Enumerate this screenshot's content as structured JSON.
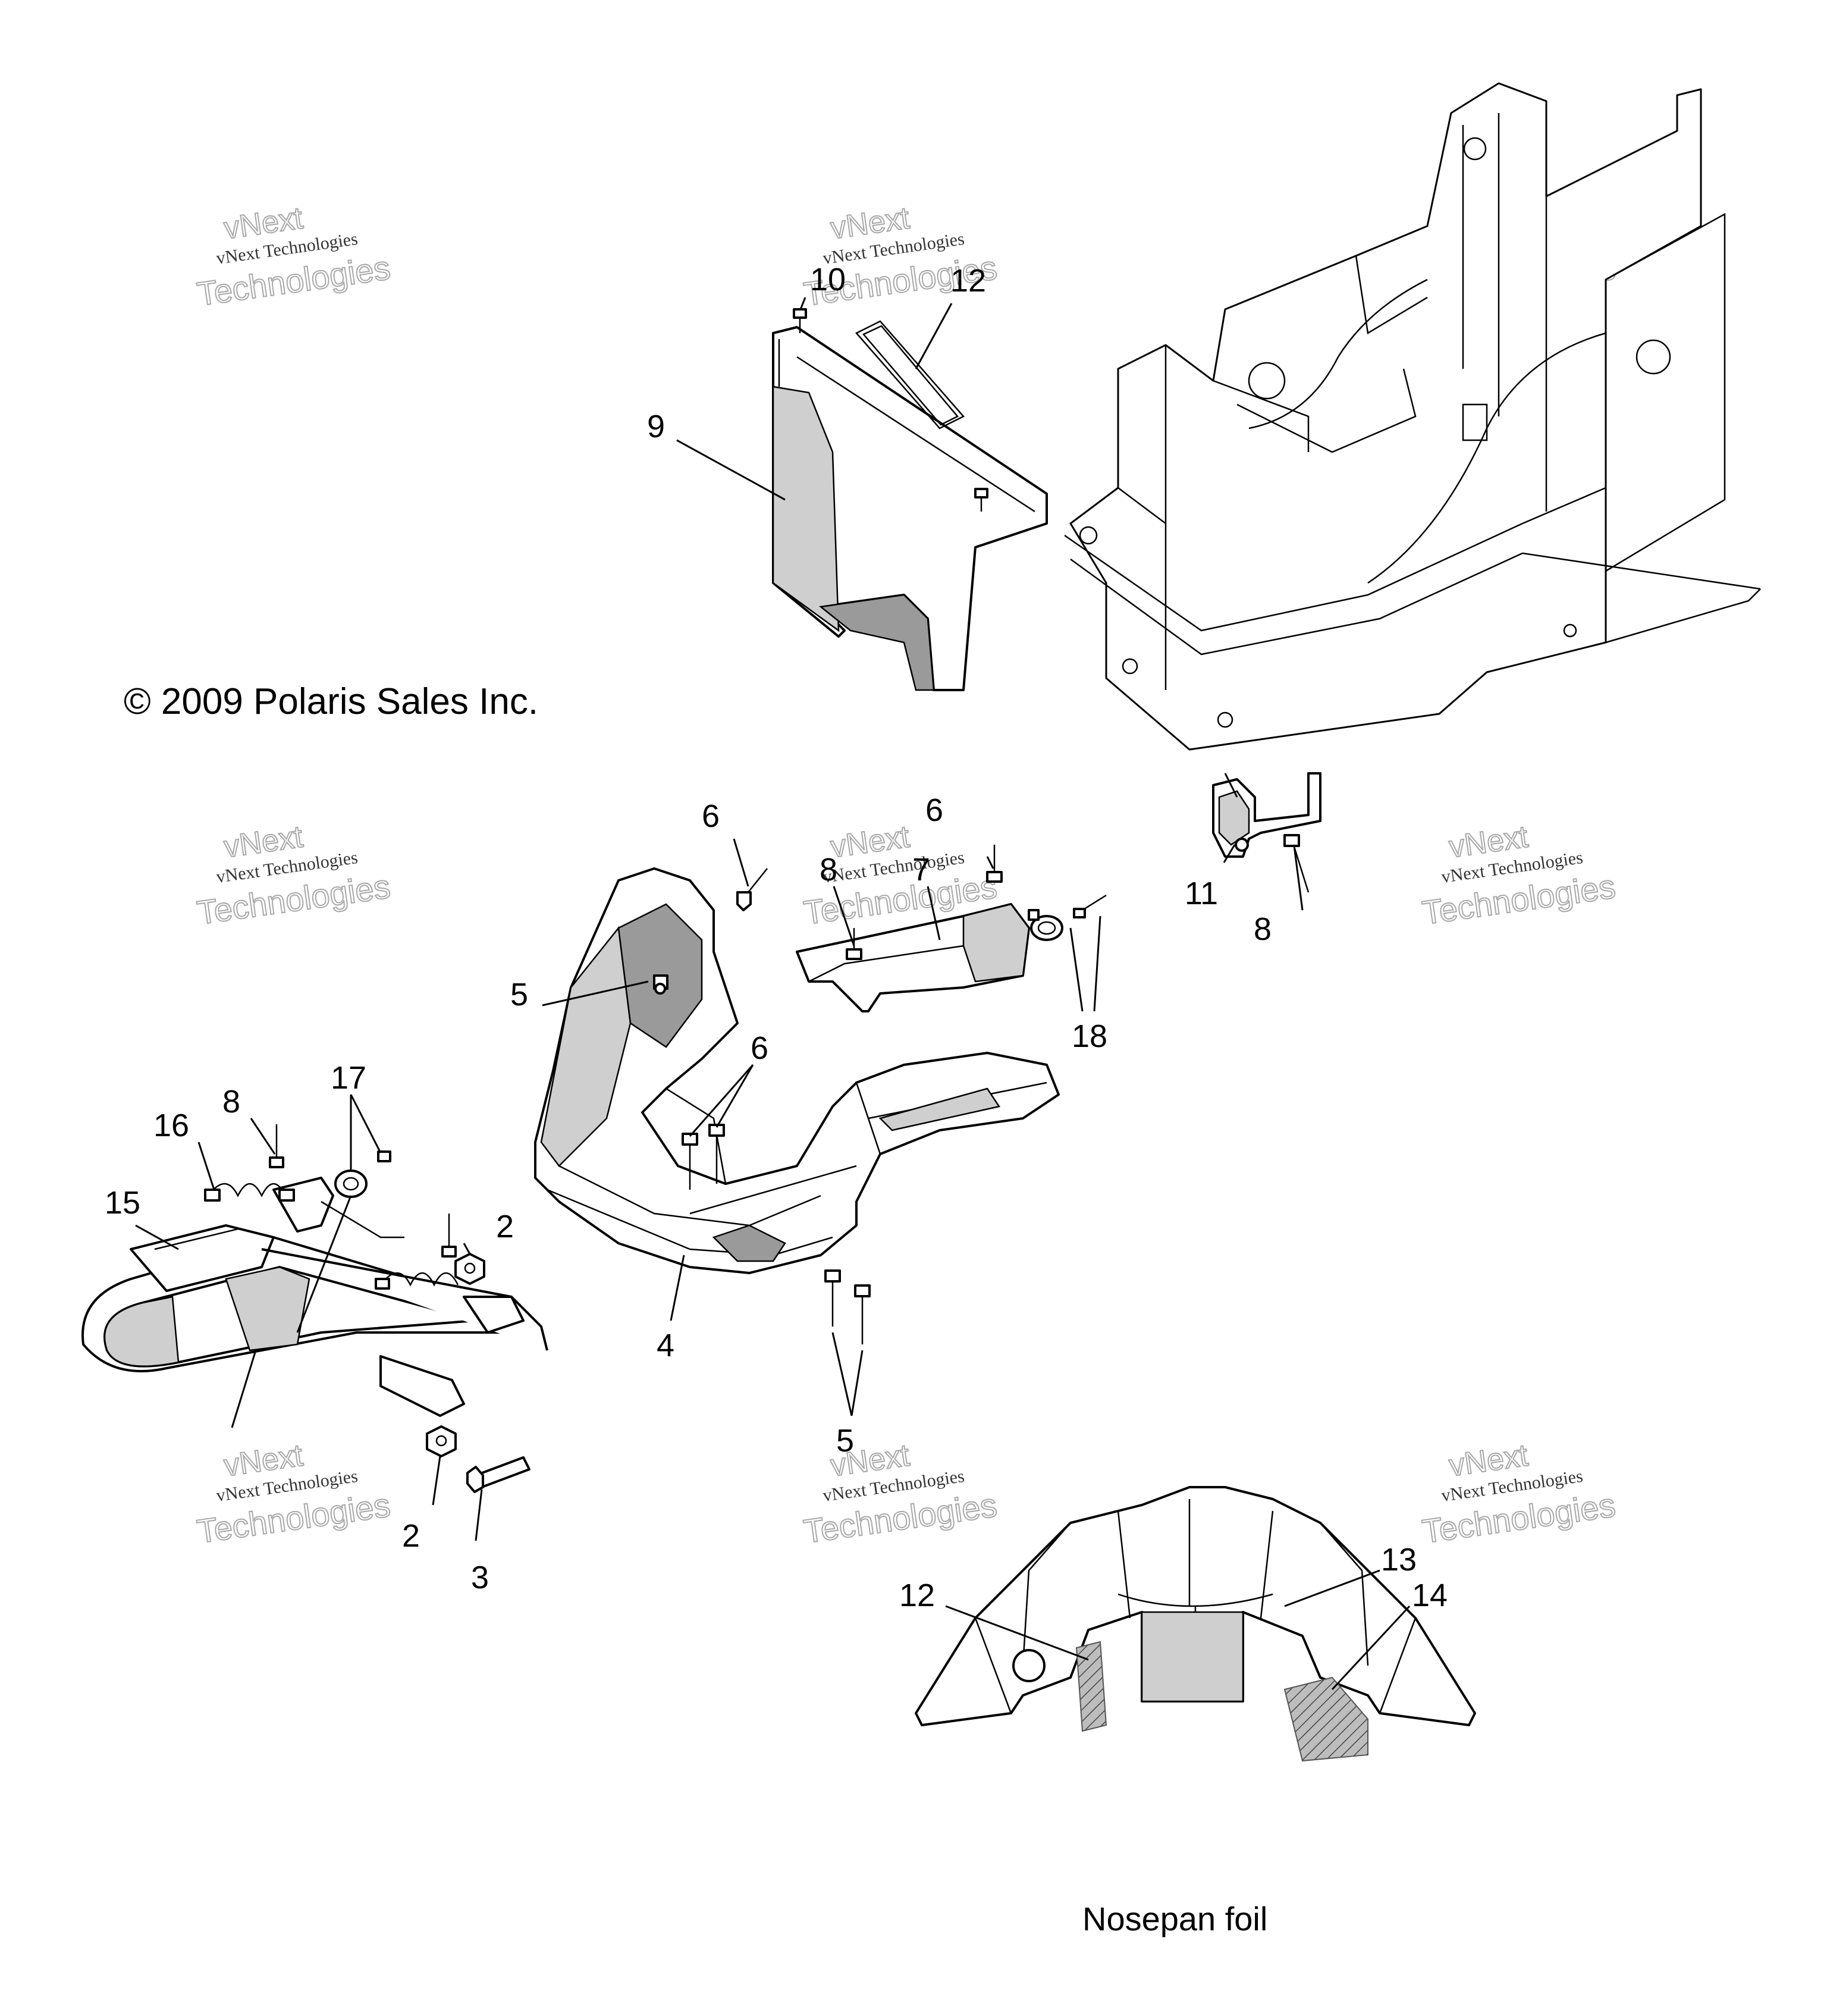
{
  "copyright": "© 2009 Polaris Sales Inc.",
  "caption": "Nosepan foil",
  "watermark": {
    "line1": "vNext Technologies",
    "line2": "vNext",
    "line3": "Technologies"
  },
  "callouts": {
    "c2a": "2",
    "c2b": "2",
    "c3": "3",
    "c4": "4",
    "c5a": "5",
    "c5b": "5",
    "c6a": "6",
    "c6b": "6",
    "c6c": "6",
    "c7": "7",
    "c8a": "8",
    "c8b": "8",
    "c8c": "8",
    "c9": "9",
    "c10": "10",
    "c11": "11",
    "c12a": "12",
    "c12b": "12",
    "c13": "13",
    "c14": "14",
    "c15": "15",
    "c16": "16",
    "c17": "17",
    "c18": "18"
  }
}
